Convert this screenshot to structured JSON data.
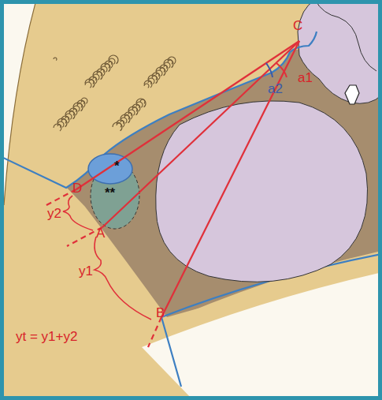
{
  "diagram": {
    "labels": [
      "C",
      "a1",
      "a2",
      "*",
      "**",
      "D",
      "y2",
      "A",
      "y1",
      "B",
      "yt = y1+y2"
    ]
  }
}
